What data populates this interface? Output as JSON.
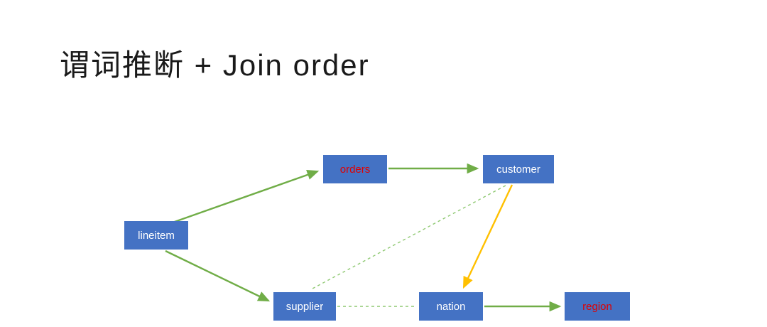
{
  "title": "谓词推断 + Join order",
  "diagram": {
    "nodes": [
      {
        "id": "orders",
        "label": "orders",
        "text_color": "#e00000"
      },
      {
        "id": "customer",
        "label": "customer",
        "text_color": "#ffffff"
      },
      {
        "id": "lineitem",
        "label": "lineitem",
        "text_color": "#ffffff"
      },
      {
        "id": "supplier",
        "label": "supplier",
        "text_color": "#ffffff"
      },
      {
        "id": "nation",
        "label": "nation",
        "text_color": "#ffffff"
      },
      {
        "id": "region",
        "label": "region",
        "text_color": "#e00000"
      }
    ],
    "edges": [
      {
        "from": "lineitem",
        "to": "orders",
        "style": "solid",
        "color": "green"
      },
      {
        "from": "orders",
        "to": "customer",
        "style": "solid",
        "color": "green"
      },
      {
        "from": "lineitem",
        "to": "supplier",
        "style": "solid",
        "color": "green"
      },
      {
        "from": "supplier",
        "to": "nation",
        "style": "dashed",
        "color": "light-green"
      },
      {
        "from": "customer",
        "to": "supplier",
        "style": "dashed",
        "color": "light-green"
      },
      {
        "from": "customer",
        "to": "nation",
        "style": "solid",
        "color": "yellow"
      },
      {
        "from": "nation",
        "to": "region",
        "style": "solid",
        "color": "green"
      }
    ],
    "colors": {
      "node_fill": "#4472c4",
      "edge_green": "#70ad47",
      "edge_dashed_green": "#8fc972",
      "edge_yellow": "#ffc000",
      "label_red": "#e00000",
      "label_white": "#ffffff",
      "title_color": "#1a1a1a"
    }
  }
}
